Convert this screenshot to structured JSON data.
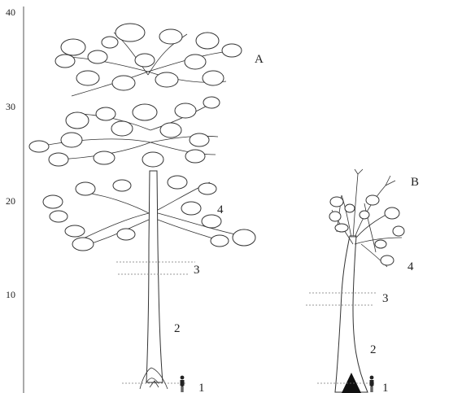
{
  "figure": {
    "axis_ticks": [
      "40",
      "30",
      "20",
      "10"
    ],
    "trees": [
      {
        "id": "A",
        "label": "A",
        "zones": [
          "1",
          "2",
          "3",
          "4"
        ]
      },
      {
        "id": "B",
        "label": "B",
        "zones": [
          "1",
          "2",
          "3",
          "4"
        ]
      }
    ],
    "colors": {
      "ink": "#333333",
      "dash": "#777777",
      "background": "#ffffff"
    },
    "icons": [
      "human-scale-icon",
      "human-scale-icon"
    ]
  }
}
